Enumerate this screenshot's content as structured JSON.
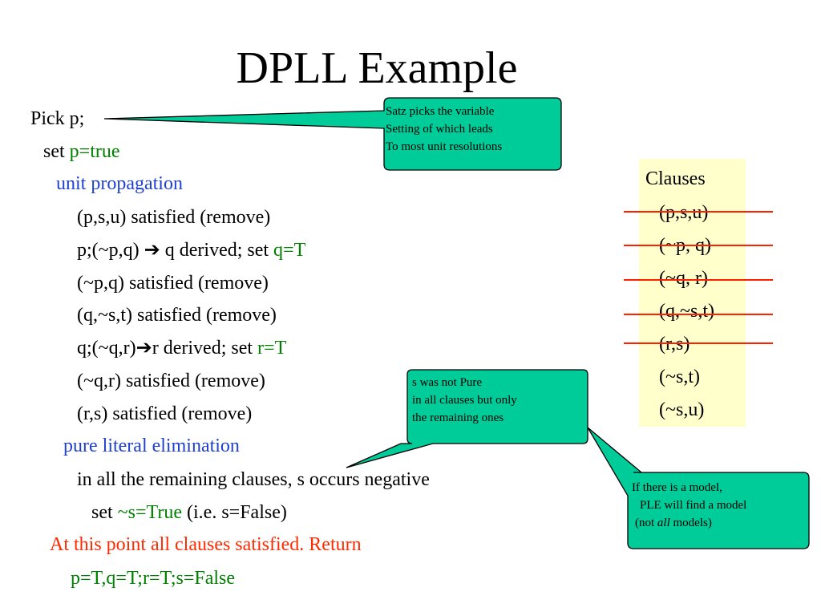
{
  "title": "DPLL Example",
  "steps": {
    "pick": "Pick p;",
    "set_label": "set ",
    "set_value": "p=true",
    "unit_propagation": "unit propagation",
    "psu_satisfied": "(p,s,u) satisfied (remove)",
    "pq_derived_prefix": "p;(~p,q) ",
    "pq_derived_mid": " q  derived; set ",
    "pq_value": "q=T",
    "npq_satisfied": "(~p,q) satisfied (remove)",
    "qnst_satisfied": "(q,~s,t) satisfied (remove)",
    "qr_derived_prefix": "q;(~q,r)",
    "qr_derived_mid": "r derived; set ",
    "qr_value": "r=T",
    "nqr_satisfied": "(~q,r) satisfied (remove)",
    "rs_satisfied": "(r,s) satisfied (remove)",
    "pure_literal": "pure literal elimination",
    "negative_line": "in all  the remaining clauses, s occurs negative",
    "set_s_label": "set ",
    "set_s_value": "~s=True",
    "set_s_note": " (i.e. s=False)",
    "result_line1": "At this point all clauses satisfied. Return",
    "result_line2": "p=T,q=T;r=T;s=False"
  },
  "callouts": {
    "satz": {
      "line1": "Satz picks the variable",
      "line2": "Setting of which leads",
      "line3": "To most unit resolutions"
    },
    "pure": {
      "line1": "s was not Pure",
      "line2": "in all clauses but only",
      "line3": "the remaining  ones"
    },
    "model": {
      "line1": "If there is a model,",
      "line2": "PLE will find a model",
      "line3_prefix": "(not ",
      "line3_italic": "all",
      "line3_suffix": " models)"
    }
  },
  "clauses": {
    "header": "Clauses",
    "items": [
      "(p,s,u)",
      "(~p, q)",
      "(~q, r)",
      "(q,~s,t)",
      "(r,s)",
      "(~s,t)",
      "(~s,u)"
    ]
  },
  "arrow_glyph": "➔",
  "colors": {
    "callout_fill": "#00cc99",
    "clause_box": "#ffffcc",
    "strike": "#ff2000",
    "green_text": "#008000",
    "blue_text": "#1f3fd1",
    "red_text": "#ff2a00"
  }
}
